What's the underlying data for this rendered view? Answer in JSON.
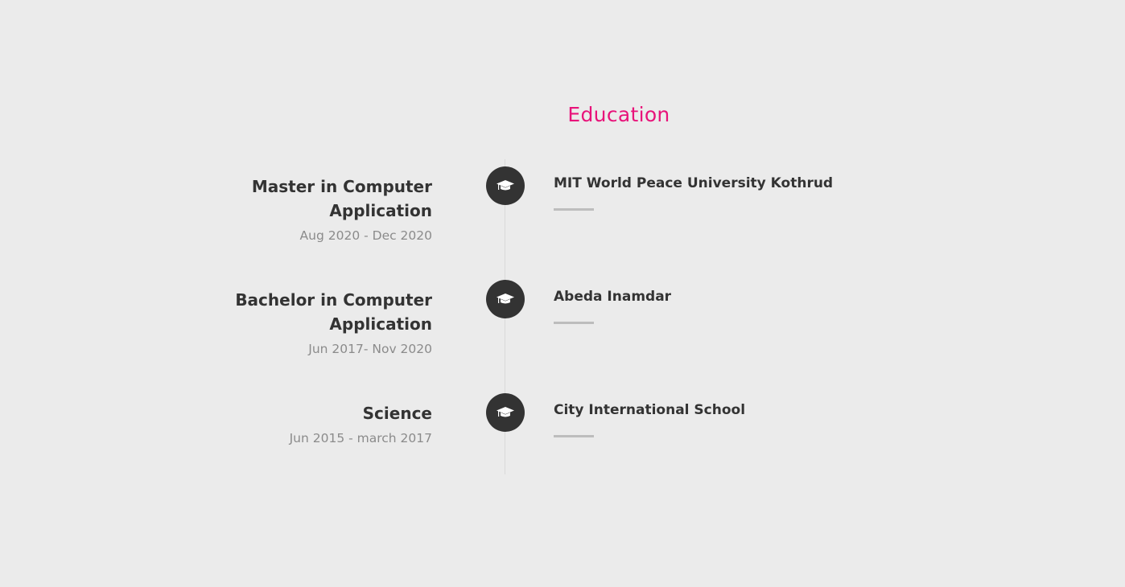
{
  "section": {
    "title": "Education",
    "accent_color": "#e8137a"
  },
  "entries": [
    {
      "degree_line1": "Master in Computer",
      "degree_line2": "Application",
      "dates": "Aug 2020 - Dec 2020",
      "institution": "MIT World Peace University Kothrud",
      "icon": "graduation-cap-icon"
    },
    {
      "degree_line1": "Bachelor in Computer",
      "degree_line2": "Application",
      "dates": "Jun 2017- Nov 2020",
      "institution": "Abeda Inamdar",
      "icon": "graduation-cap-icon"
    },
    {
      "degree_line1": "Science",
      "degree_line2": "",
      "dates": "Jun 2015 - march 2017",
      "institution": "City International School",
      "icon": "graduation-cap-icon"
    }
  ]
}
